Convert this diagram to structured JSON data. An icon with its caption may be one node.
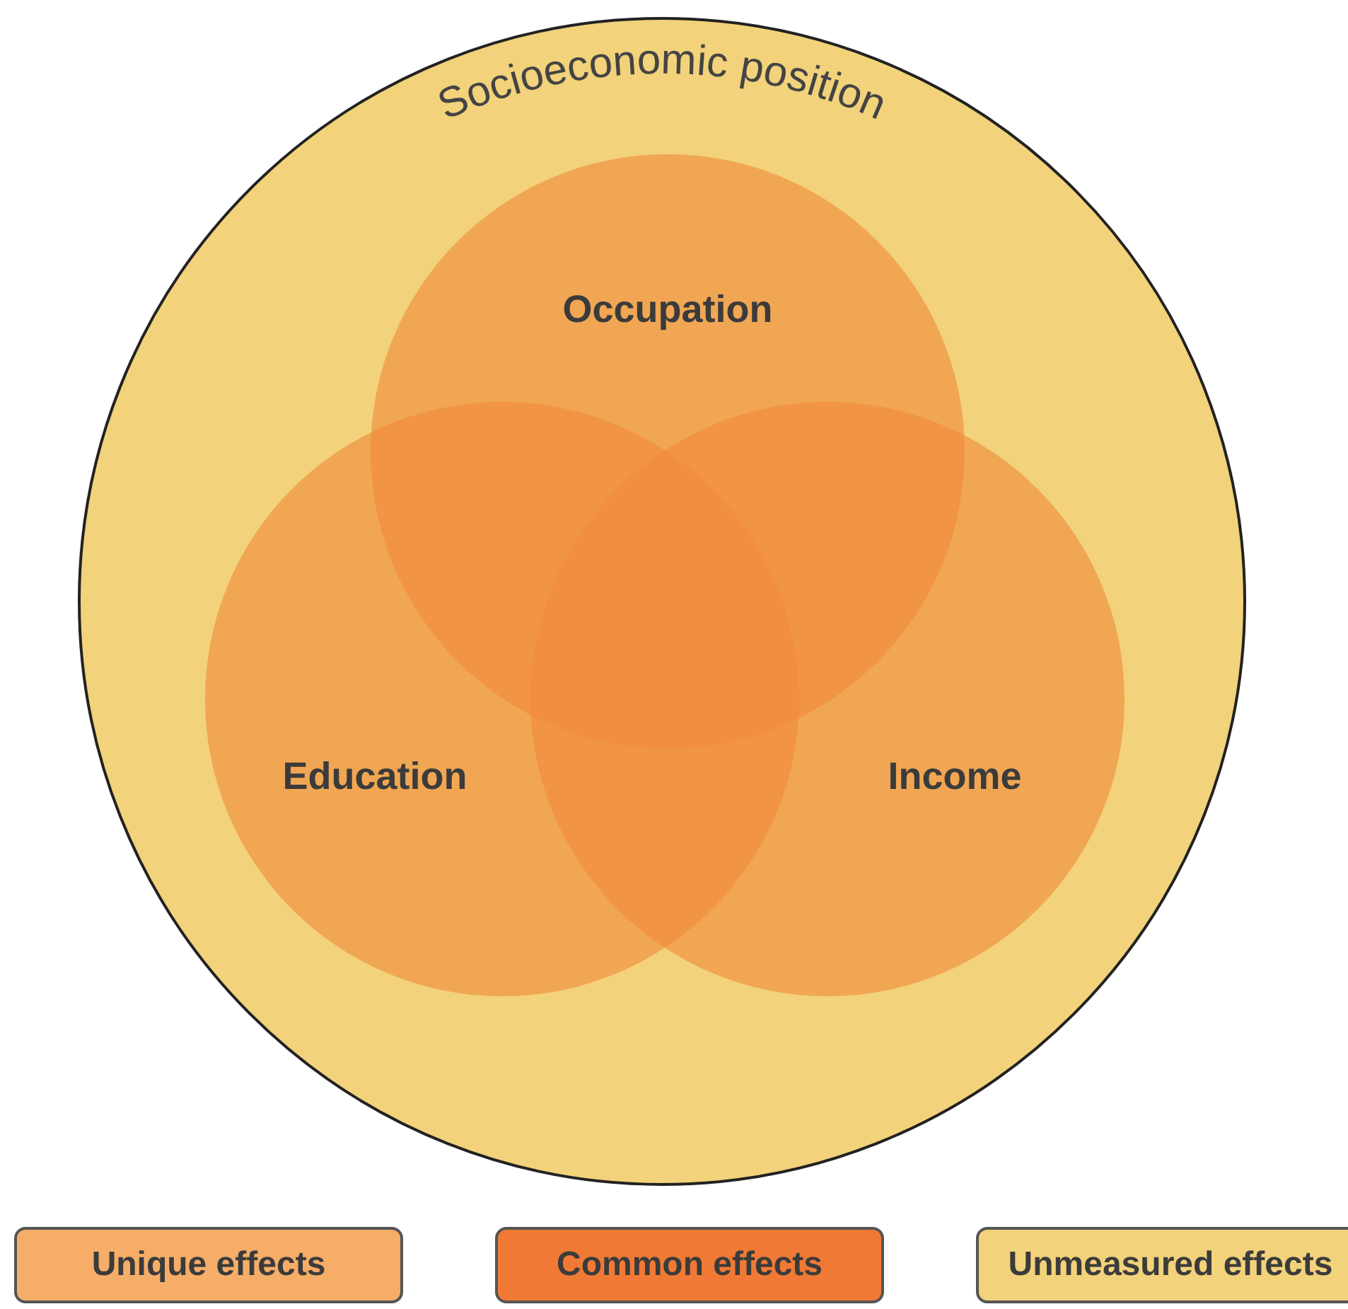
{
  "diagram": {
    "nodes": [
      {
        "text": [
          "Socioeconomic position"
        ]
      },
      {
        "text": [
          "Occupation"
        ],
        "in": 0
      },
      {
        "text": [
          "Education"
        ],
        "in": 0
      },
      {
        "text": [
          "Income"
        ],
        "in": 0
      }
    ],
    "legend": [
      {
        "text": "Unique effects",
        "color": "#f5ad68"
      },
      {
        "text": "Common effects",
        "color": "#f07a35"
      },
      {
        "text": "Unmeasured effects",
        "color": "#f2d27a"
      }
    ]
  }
}
